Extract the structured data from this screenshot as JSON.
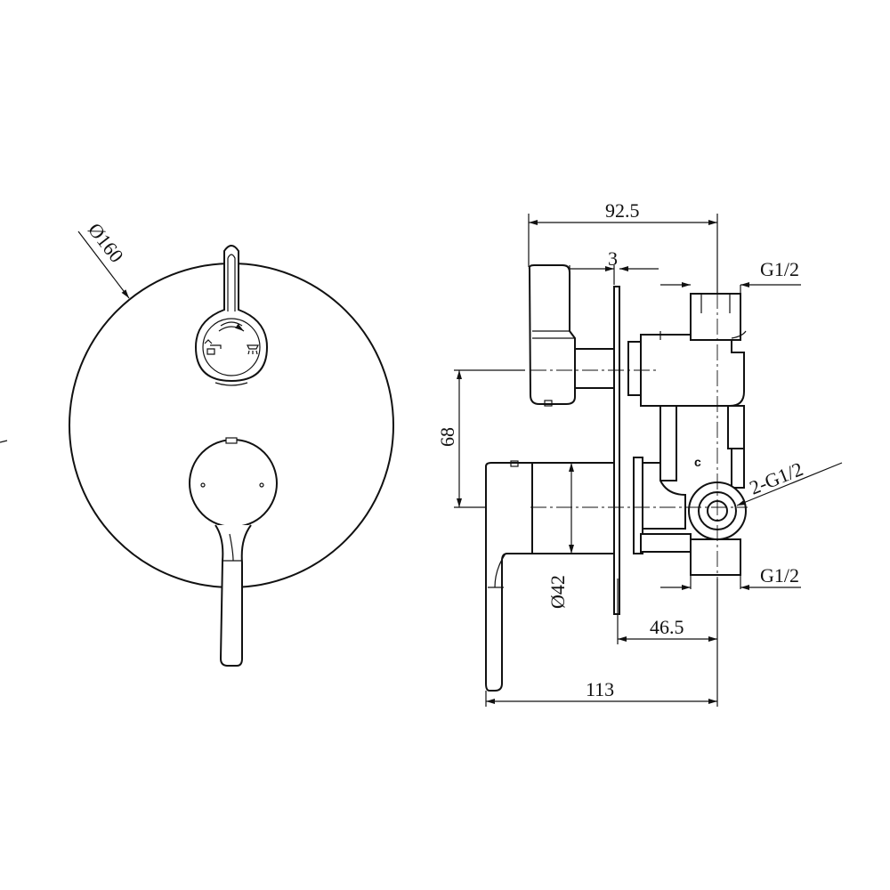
{
  "front_view": {
    "diameter_label": "Ø160",
    "diverter_symbols": [
      "bath-spout-icon",
      "shower-head-icon"
    ]
  },
  "side_view": {
    "dim_overall_top": "92.5",
    "dim_plate": "3",
    "dim_inlet_top": "G1/2",
    "dim_inlet_bottom": "G1/2",
    "dim_outlets": "2-G1/2",
    "dim_center_height": "68",
    "dim_handle_dia": "Ø42",
    "dim_depth": "46.5",
    "dim_total_depth": "113",
    "cold_marker": "c"
  }
}
